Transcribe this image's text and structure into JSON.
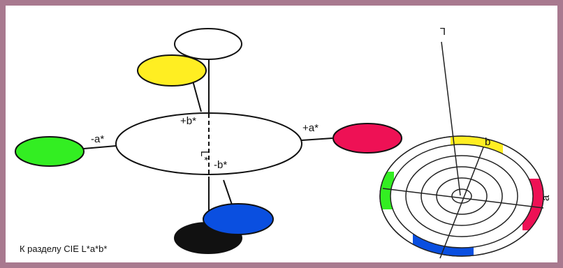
{
  "labels": {
    "plus_b": "+b*",
    "minus_b": "-b*",
    "plus_a": "+a*",
    "minus_a": "-a*",
    "l_axis": "L*",
    "wheel_l": "L",
    "wheel_b": "b",
    "wheel_a": "a"
  },
  "caption": "К разделу CIE L*a*b*",
  "colors": {
    "white": "#ffffff",
    "yellow": "#ffee22",
    "green": "#33ee22",
    "red": "#ee1155",
    "blue": "#0a4fe0",
    "black": "#111111",
    "frame": "#a8798f"
  }
}
